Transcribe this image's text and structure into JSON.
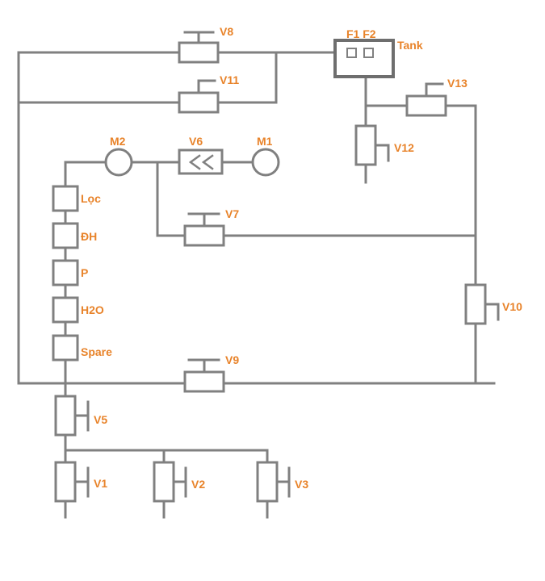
{
  "colors": {
    "pipe": "#808080",
    "label": "#e8832a",
    "background": "#ffffff"
  },
  "labels": {
    "v1": "V1",
    "v2": "V2",
    "v3": "V3",
    "v5": "V5",
    "v6": "V6",
    "v7": "V7",
    "v8": "V8",
    "v9": "V9",
    "v10": "V10",
    "v11": "V11",
    "v12": "V12",
    "v13": "V13",
    "m1": "M1",
    "m2": "M2",
    "f1f2": "F1 F2",
    "tank": "Tank",
    "loc": "Lọc",
    "dh": "ĐH",
    "p": "P",
    "h2o": "H2O",
    "spare": "Spare"
  }
}
